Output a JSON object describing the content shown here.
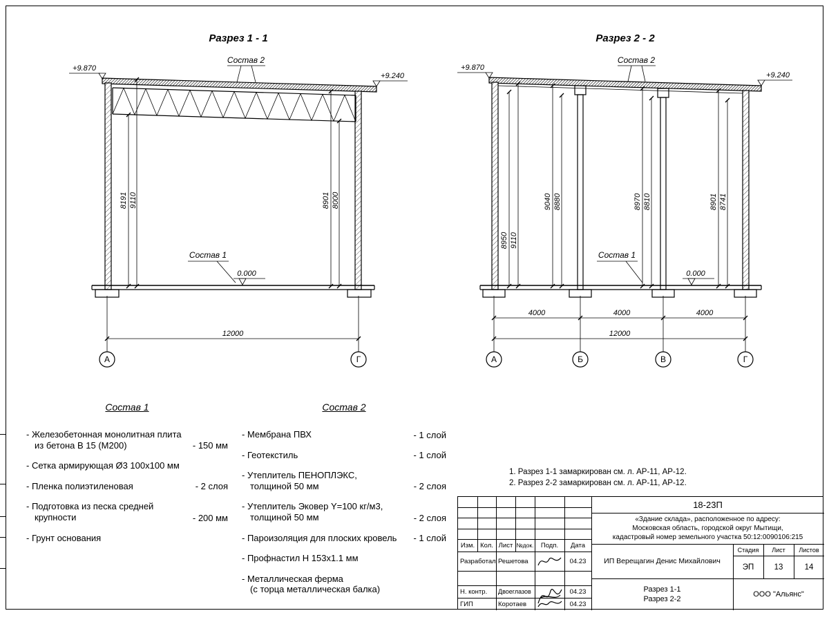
{
  "drawing": {
    "section1": {
      "title": "Разрез 1 - 1",
      "elev_left": "+9.870",
      "elev_right": "+9.240",
      "label_top": "Состав 2",
      "label_floor": "Состав 1",
      "level_zero": "0.000",
      "dim_v": [
        "8191",
        "9110",
        "8901",
        "8000"
      ],
      "dim_total": "12000",
      "axes": [
        "А",
        "Г"
      ]
    },
    "section2": {
      "title": "Разрез 2 - 2",
      "elev_left": "+9.870",
      "elev_right": "+9.240",
      "label_top": "Состав 2",
      "label_floor": "Состав 1",
      "level_zero": "0.000",
      "dim_v": [
        "8950",
        "9110",
        "9040",
        "8880",
        "8970",
        "8810",
        "8901",
        "8741"
      ],
      "dim_spans": [
        "4000",
        "4000",
        "4000"
      ],
      "dim_total": "12000",
      "axes": [
        "А",
        "Б",
        "В",
        "Г"
      ]
    }
  },
  "sostav1": {
    "title": "Состав 1",
    "items": [
      {
        "text": "- Железобетонная  монолитная плита\nиз бетона В 15 (М200)",
        "value": "- 150 мм"
      },
      {
        "text": "- Сетка армирующая Ø3 100х100 мм",
        "value": ""
      },
      {
        "text": "- Пленка полиэтиленовая",
        "value": "- 2 слоя"
      },
      {
        "text": "- Подготовка из песка средней\nкрупности",
        "value": "- 200 мм"
      },
      {
        "text": "- Грунт основания",
        "value": ""
      }
    ]
  },
  "sostav2": {
    "title": "Состав 2",
    "items": [
      {
        "text": "- Мембрана ПВХ",
        "value": "- 1 слой"
      },
      {
        "text": "- Геотекстиль",
        "value": "- 1 слой"
      },
      {
        "text": "- Утеплитель ПЕНОПЛЭКС,\nтолщиной 50 мм",
        "value": "- 2 слоя"
      },
      {
        "text": "- Утеплитель Эковер Y=100 кг/м3,\nтолщиной 50 мм",
        "value": "- 2 слоя"
      },
      {
        "text": "- Пароизоляция для плоских кровель",
        "value": "- 1 слой"
      },
      {
        "text": "- Профнастил Н 153х1.1 мм",
        "value": ""
      },
      {
        "text": "- Металлическая ферма\n(с торца металлическая балка)",
        "value": ""
      }
    ]
  },
  "notes": {
    "line1": "1. Разрез 1-1 замаркирован см. л. АР-11, АР-12.",
    "line2": "2. Разрез 2-2 замаркирован см. л. АР-11, АР-12."
  },
  "titleblock": {
    "code": "18-23П",
    "object": "«Здание склада», расположенное по адресу:\nМосковская область, городской округ Мытищи,\nкадастровый номер земельного участка 50:12:0090106:215",
    "h_izm": "Изм.",
    "h_kol": "Кол.",
    "h_list": "Лист",
    "h_ndok": "№док.",
    "h_podp": "Подп.",
    "h_data": "Дата",
    "r1_role": "Разработал",
    "r1_name": "Решетова",
    "r1_date": "04.23",
    "r2_role": "Н. контр.",
    "r2_name": "Двоеглазов",
    "r2_date": "04.23",
    "r3_role": "ГИП",
    "r3_name": "Коротаев",
    "r3_date": "04.23",
    "company": "ИП Верещагин Денис Михайлович",
    "h_stage": "Стадия",
    "h_sheet": "Лист",
    "h_sheets": "Листов",
    "stage": "ЭП",
    "sheet": "13",
    "sheets": "14",
    "sheet_name": "Разрез 1-1\nРазрез 2-2",
    "org": "ООО \"Альянс\""
  }
}
